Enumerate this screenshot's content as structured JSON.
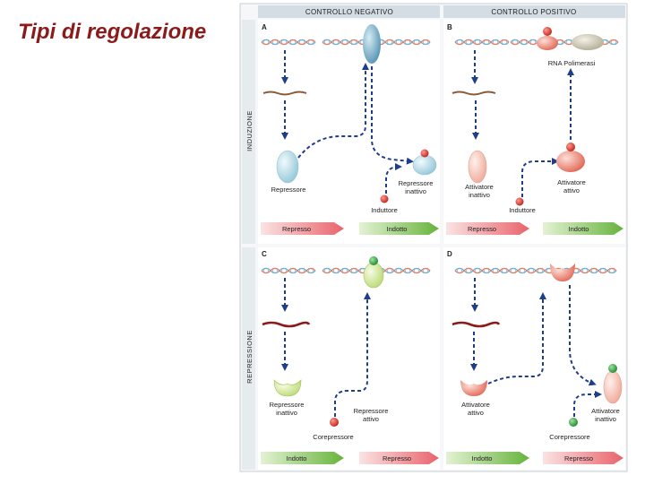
{
  "title": "Tipi di regolazione",
  "headers": {
    "negative": "CONTROLLO NEGATIVO",
    "positive": "CONTROLLO POSITIVO"
  },
  "side_labels": {
    "induction": "INDUZIONE",
    "repression": "REPRESSIONE"
  },
  "panels": {
    "A": {
      "letter": "A",
      "protein_label": "Repressore",
      "complex_label_1": "Repressore",
      "complex_label_2": "inattivo",
      "effector_label": "Induttore",
      "arrow_left": "Represso",
      "arrow_right": "Indotto"
    },
    "B": {
      "letter": "B",
      "polymerase_label": "RNA Polimerasi",
      "protein_label_1": "Attivatore",
      "protein_label_2": "inattivo",
      "complex_label_1": "Attivatore",
      "complex_label_2": "attivo",
      "effector_label": "Induttore",
      "arrow_left": "Represso",
      "arrow_right": "Indotto"
    },
    "C": {
      "letter": "C",
      "protein_label_1": "Repressore",
      "protein_label_2": "inattivo",
      "complex_label_1": "Repressore",
      "complex_label_2": "attivo",
      "effector_label": "Corepressore",
      "arrow_left": "Indotto",
      "arrow_right": "Represso"
    },
    "D": {
      "letter": "D",
      "protein_label_1": "Attivatore",
      "protein_label_2": "attivo",
      "complex_label_1": "Attivatore",
      "complex_label_2": "inattivo",
      "effector_label": "Corepressore",
      "arrow_left": "Indotto",
      "arrow_right": "Represso"
    }
  },
  "colors": {
    "title": "#8b1a1a",
    "dashed_arrow": "#1f3e8a",
    "repressor": "#a9d3e0",
    "activator": "#f2b3a8",
    "inducer": "#d9362b",
    "corepressor": "#3aa14a",
    "repressed_arrow": "#f08a8a",
    "induced_arrow": "#7cc242",
    "header_bg": "#d4dde4"
  }
}
